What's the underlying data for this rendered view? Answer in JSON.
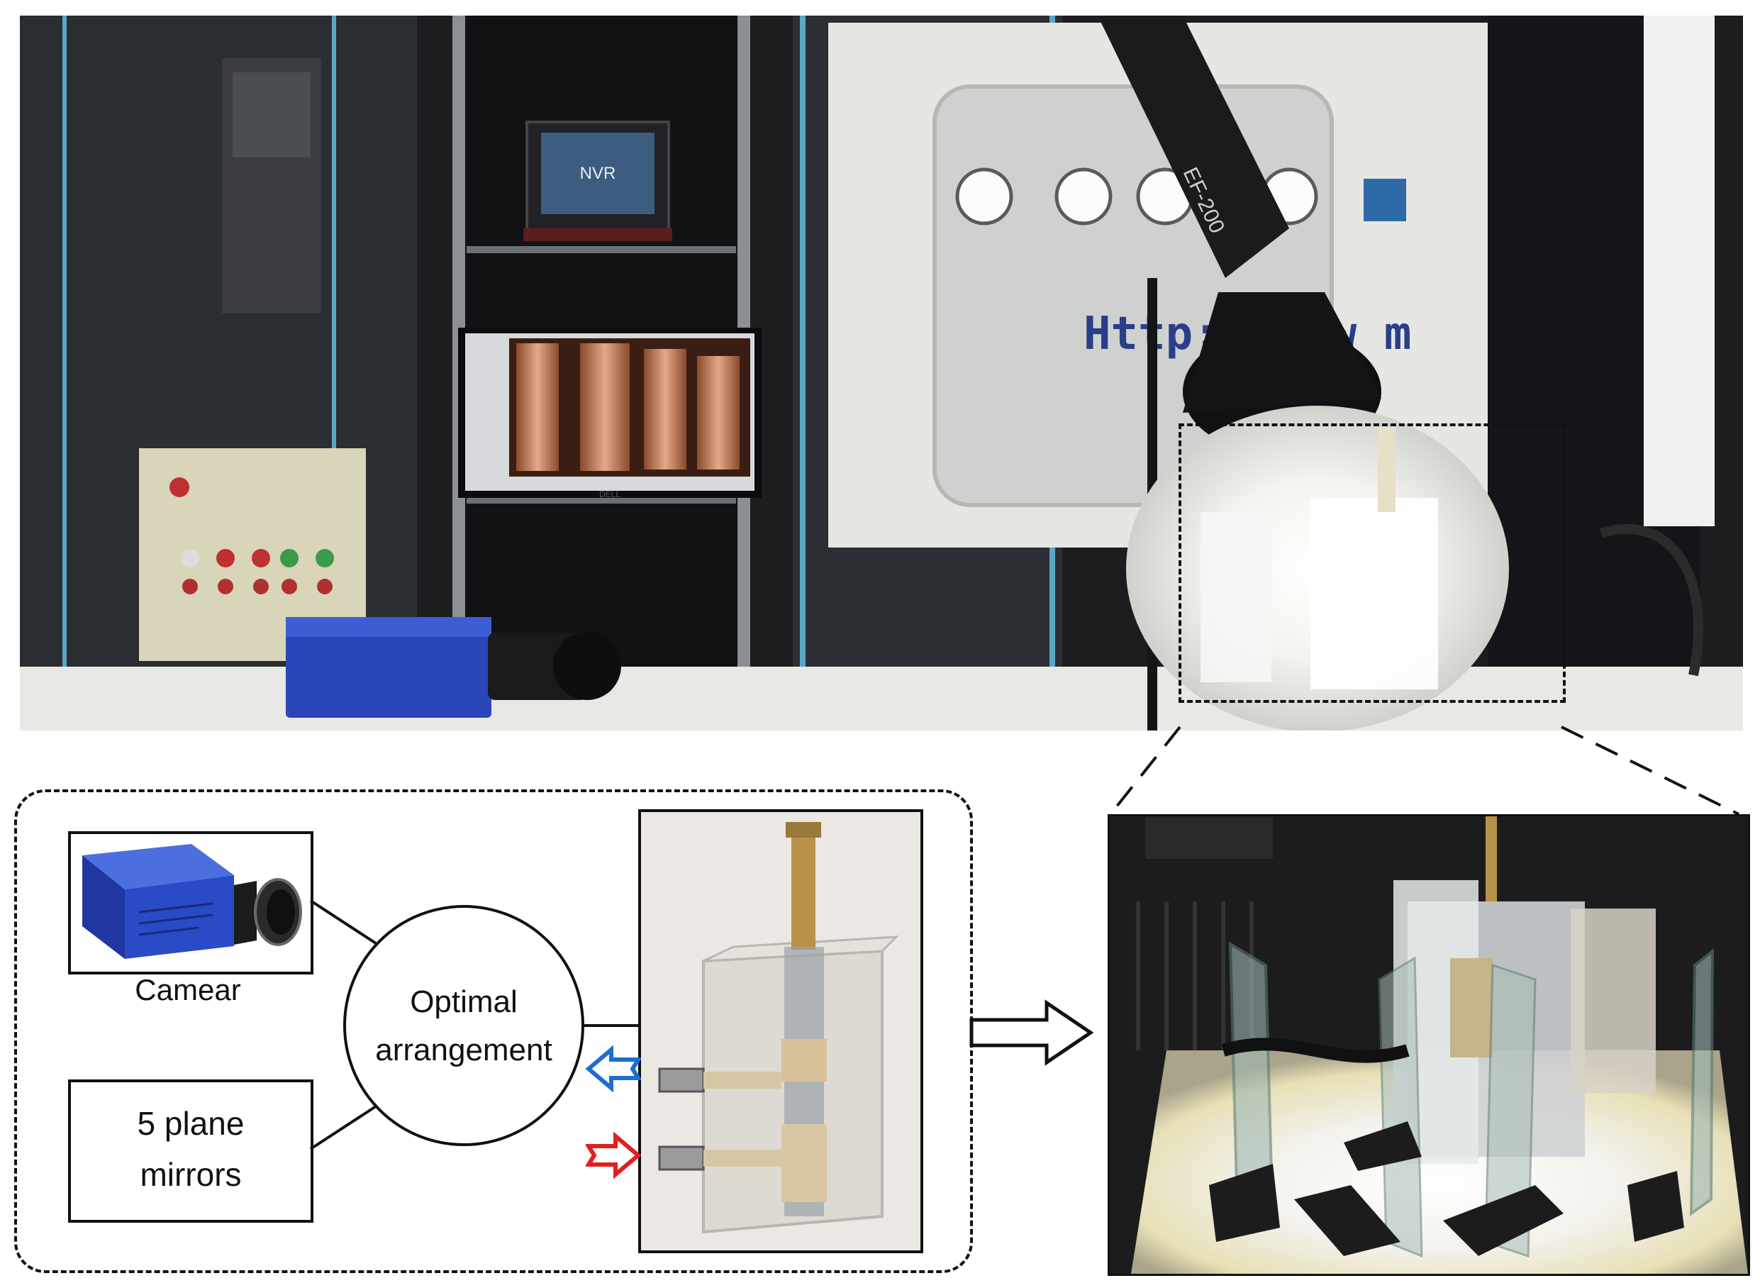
{
  "figure": {
    "camera_label": "Camear",
    "mirrors_label_line1": "5 plane",
    "mirrors_label_line2": "mirrors",
    "center_label_line1": "Optimal",
    "center_label_line2": "arrangement",
    "photo_texts": {
      "nvr": "NVR",
      "website": "Http: /  ww           m",
      "lamp_model": "EF-200",
      "monitor_brand": "DELL"
    },
    "colors": {
      "inlet_arrow": "#1a6fd0",
      "outlet_arrow": "#e02020",
      "camera_body": "#2a46b8",
      "lab_background": "#1d1d20"
    },
    "icons": {
      "flow_arrow": "hollow-right-arrow",
      "inlet": "blue-hollow-left-arrow",
      "outlet": "red-hollow-right-arrow"
    }
  }
}
